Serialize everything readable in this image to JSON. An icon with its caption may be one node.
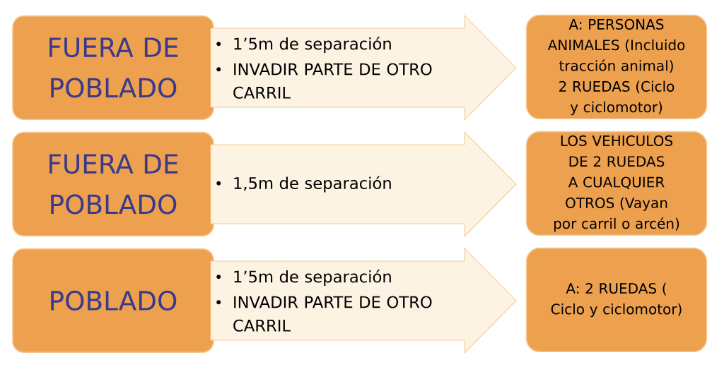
{
  "diagram": {
    "nodes": [
      {
        "text": [
          "FUERA DE POBLADO"
        ]
      },
      {
        "text": [
          "1’5m de separación",
          "INVADIR PARTE DE OTRO CARRIL"
        ]
      },
      {
        "text": [
          "A: PERSONAS ANIMALES (Incluido tracción animal) 2 RUEDAS (Ciclo y ciclomotor)"
        ]
      },
      {
        "text": [
          "FUERA DE POBLADO"
        ]
      },
      {
        "text": [
          "1,5m de separación"
        ]
      },
      {
        "text": [
          "LOS VEHICULOS DE 2 RUEDAS A CUALQUIER OTROS (Vayan por carril o arcén)"
        ]
      },
      {
        "text": [
          "POBLADO"
        ]
      },
      {
        "text": [
          "1’5m de separación",
          "INVADIR PARTE DE OTRO CARRIL"
        ]
      },
      {
        "text": [
          "A: 2 RUEDAS ( Ciclo y ciclomotor)"
        ]
      }
    ]
  }
}
